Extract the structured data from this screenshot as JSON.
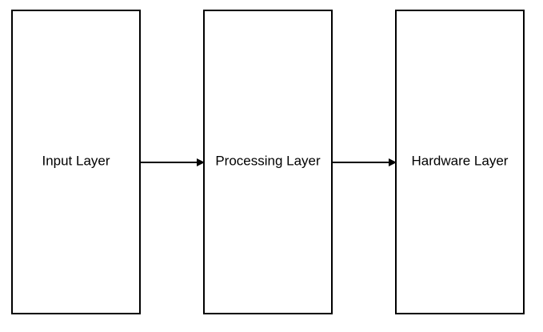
{
  "diagram": {
    "nodes": [
      {
        "id": "input",
        "label": "Input Layer"
      },
      {
        "id": "processing",
        "label": "Processing Layer"
      },
      {
        "id": "hardware",
        "label": "Hardware Layer"
      }
    ],
    "edges": [
      {
        "from": "input",
        "to": "processing"
      },
      {
        "from": "processing",
        "to": "hardware"
      }
    ],
    "colors": {
      "stroke": "#000000",
      "fill": "#ffffff",
      "text": "#000000"
    }
  }
}
